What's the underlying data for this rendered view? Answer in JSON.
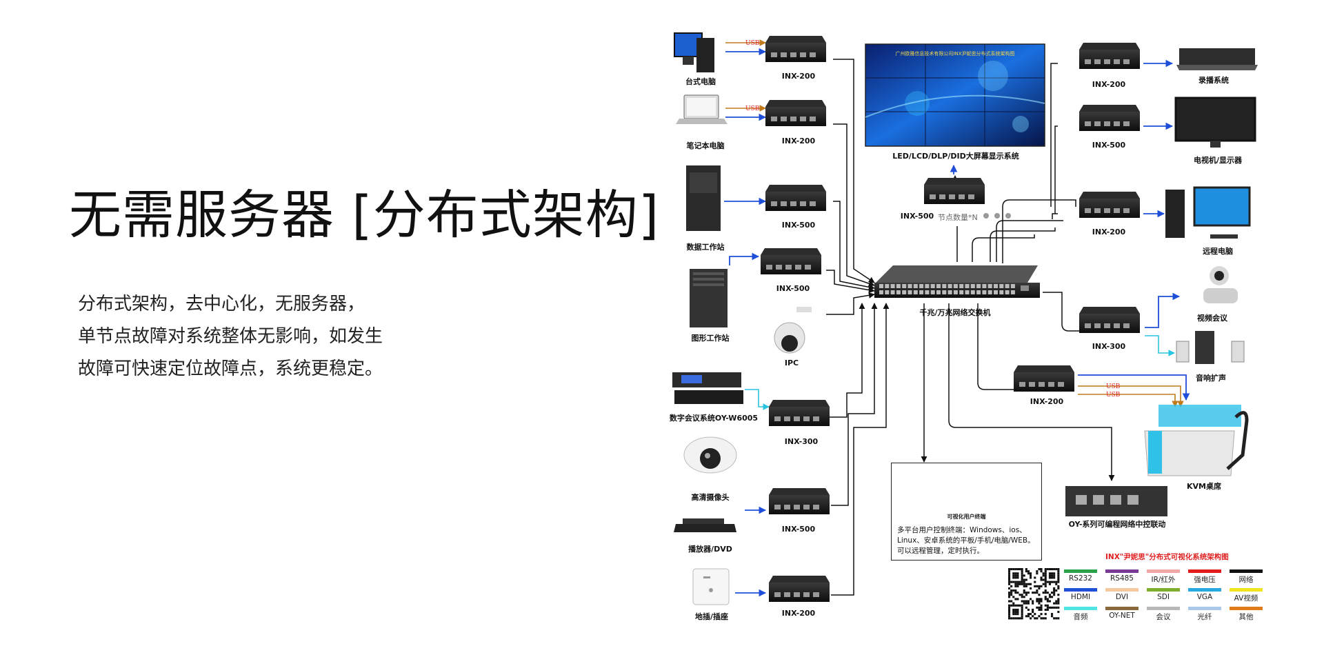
{
  "hero": {
    "title": "无需服务器 [分布式架构]",
    "desc": [
      "分布式架构，去中心化，无服务器，",
      "单节点故障对系统整体无影响，如发生",
      "故障可快速定位故障点，系统更稳定。"
    ]
  },
  "diagram": {
    "screen_title": "广州欧雅信息技术有限公司INX尹妮思分布式系统架构图",
    "screen_label": "LED/LCD/DLP/DID大屏幕显示系统",
    "node_device": "INX-500",
    "node_count": "节点数量*N",
    "switch_label": "千兆/万兆网络交换机",
    "usb": "USB",
    "left_devices": [
      {
        "label": "台式电脑",
        "unit": "INX-200"
      },
      {
        "label": "笔记本电脑",
        "unit": "INX-200"
      },
      {
        "label": "数据工作站",
        "unit": "INX-500"
      },
      {
        "label": "图形工作站",
        "unit": "INX-500"
      },
      {
        "label": "IPC",
        "unit": ""
      },
      {
        "label": "数字会议系统OY-W6005",
        "unit": "INX-300"
      },
      {
        "label": "高清摄像头",
        "unit": ""
      },
      {
        "label": "播放器/DVD",
        "unit": "INX-500"
      },
      {
        "label": "地插/插座",
        "unit": "INX-200"
      }
    ],
    "right_devices": [
      {
        "label": "录播系统",
        "unit": "INX-200"
      },
      {
        "label": "电视机/显示器",
        "unit": "INX-500"
      },
      {
        "label": "远程电脑",
        "unit": "INX-200"
      },
      {
        "label": "视频会议",
        "unit": "INX-300"
      },
      {
        "label": "音响扩声",
        "unit": ""
      },
      {
        "label": "KVM桌席",
        "unit": "INX-200"
      },
      {
        "label": "OY-系列可编程网络中控联动",
        "unit": ""
      }
    ],
    "terminal_caption": "可视化用户终端",
    "terminal_text": "多平台用户控制终端：Windows、ios、Linux、安卓系统的平板/手机/电脑/WEB。可以远程管理，定时执行。",
    "legend_title": "INX\"尹妮思\"分布式可视化系统架构图",
    "legend": [
      {
        "label": "RS232",
        "color": "#2aa24a"
      },
      {
        "label": "RS485",
        "color": "#7b3a97"
      },
      {
        "label": "IR/红外",
        "color": "#f2a7a7"
      },
      {
        "label": "强电压",
        "color": "#e31b1b"
      },
      {
        "label": "网络",
        "color": "#111111"
      },
      {
        "label": "HDMI",
        "color": "#1f4fd8"
      },
      {
        "label": "DVI",
        "color": "#f5c9a0"
      },
      {
        "label": "SDI",
        "color": "#7fae2e"
      },
      {
        "label": "VGA",
        "color": "#29a8e0"
      },
      {
        "label": "AV视频",
        "color": "#f2e41c"
      },
      {
        "label": "音频",
        "color": "#4fe3e3"
      },
      {
        "label": "OY-NET",
        "color": "#8a6a3a"
      },
      {
        "label": "会议",
        "color": "#b8b8b8"
      },
      {
        "label": "光纤",
        "color": "#a9c8ea"
      },
      {
        "label": "其他",
        "color": "#e07a1a"
      }
    ]
  }
}
